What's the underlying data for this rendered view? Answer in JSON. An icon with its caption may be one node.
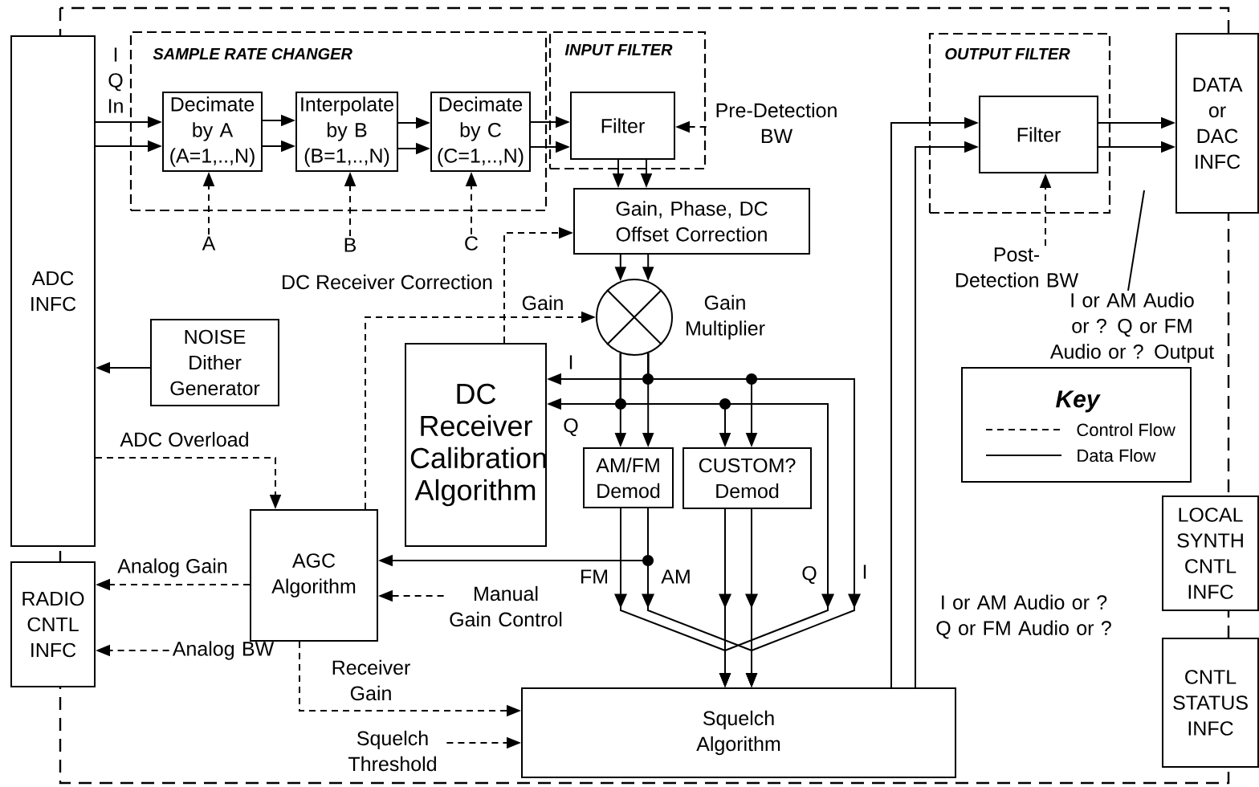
{
  "diagram": {
    "nodes": [
      {
        "text": [
          "ADC INFC"
        ]
      },
      {
        "text": [
          "SAMPLE RATE CHANGER"
        ]
      },
      {
        "text": [
          "Decimate by A (A=1,..,N)"
        ],
        "in": 1
      },
      {
        "text": [
          "Interpolate by B (B=1,..,N)"
        ],
        "in": 1
      },
      {
        "text": [
          "Decimate by C (C=1,..,N)"
        ],
        "in": 1
      },
      {
        "text": [
          "INPUT FILTER"
        ]
      },
      {
        "text": [
          "Filter"
        ],
        "in": 5
      },
      {
        "text": [
          "Gain, Phase, DC Offset Correction"
        ]
      },
      {
        "text": [],
        "shape": "circle",
        "beside": [
          "Gain Multiplier"
        ]
      },
      {
        "text": [
          "DC Receiver Calibration Algorithm"
        ]
      },
      {
        "text": [
          "NOISE Dither Generator"
        ]
      },
      {
        "text": [
          "AGC Algorithm"
        ]
      },
      {
        "text": [
          "RADIO CNTL INFC"
        ]
      },
      {
        "text": [
          "AM/FM Demod"
        ]
      },
      {
        "text": [
          "CUSTOM? Demod"
        ]
      },
      {
        "text": [
          "Squelch Algorithm"
        ]
      },
      {
        "text": [
          "OUTPUT FILTER"
        ]
      },
      {
        "text": [
          "Filter"
        ],
        "in": 16
      },
      {
        "text": [
          "DATA or DAC INFC"
        ]
      },
      {
        "text": [
          "Key"
        ]
      },
      {
        "text": [
          "LOCAL SYNTH CNTL INFC"
        ]
      },
      {
        "text": [
          "CNTL STATUS INFC"
        ]
      },
      {
        "text": [
          "A"
        ]
      },
      {
        "text": [
          "B"
        ]
      },
      {
        "text": [
          "C"
        ]
      },
      {
        "text": [
          "Pre-Detection BW"
        ]
      },
      {
        "text": [
          "Post-Detection BW"
        ]
      },
      {
        "text": [
          "Manual Gain Control"
        ]
      },
      {
        "text": [
          "Analog BW"
        ]
      },
      {
        "text": [
          "Squelch Threshold"
        ]
      },
      {
        "text": [
          "I or AM Audio or ? Q or FM Audio or ? Output"
        ]
      }
    ],
    "edges": [
      {
        "from": 0,
        "to": 2,
        "arrow": "to",
        "label": "I Q In"
      },
      {
        "from": 0,
        "to": 2,
        "arrow": "to"
      },
      {
        "from": 2,
        "to": 3,
        "arrow": "to"
      },
      {
        "from": 2,
        "to": 3,
        "arrow": "to"
      },
      {
        "from": 3,
        "to": 4,
        "arrow": "to"
      },
      {
        "from": 3,
        "to": 4,
        "arrow": "to"
      },
      {
        "from": 4,
        "to": 6,
        "arrow": "to"
      },
      {
        "from": 4,
        "to": 6,
        "arrow": "to"
      },
      {
        "from": 22,
        "to": 2,
        "arrow": "to",
        "style": "dashed"
      },
      {
        "from": 23,
        "to": 3,
        "arrow": "to",
        "style": "dashed"
      },
      {
        "from": 24,
        "to": 4,
        "arrow": "to",
        "style": "dashed"
      },
      {
        "from": 25,
        "to": 6,
        "arrow": "to",
        "style": "dashed"
      },
      {
        "from": 6,
        "to": 7,
        "arrow": "to"
      },
      {
        "from": 6,
        "to": 7,
        "arrow": "to"
      },
      {
        "from": 9,
        "to": 7,
        "arrow": "to",
        "style": "dashed",
        "label": "DC Receiver Correction"
      },
      {
        "from": 7,
        "to": 8,
        "arrow": "to"
      },
      {
        "from": 7,
        "to": 8,
        "arrow": "to"
      },
      {
        "from": 8,
        "to": 13,
        "arrow": "to"
      },
      {
        "from": 8,
        "to": 13,
        "arrow": "to"
      },
      {
        "from": 8,
        "to": 9,
        "arrow": "to",
        "label": "I"
      },
      {
        "from": 8,
        "to": 9,
        "arrow": "to",
        "label": "Q"
      },
      {
        "from": 8,
        "to": 14,
        "arrow": "to"
      },
      {
        "from": 8,
        "to": 14,
        "arrow": "to"
      },
      {
        "from": 8,
        "to": 15,
        "arrow": "to",
        "label": "Q"
      },
      {
        "from": 8,
        "to": 15,
        "arrow": "to",
        "label": "I"
      },
      {
        "from": 13,
        "to": 15,
        "arrow": "to",
        "label": "FM"
      },
      {
        "from": 13,
        "to": 15,
        "arrow": "to",
        "label": "AM"
      },
      {
        "from": 13,
        "to": 11,
        "arrow": "to"
      },
      {
        "from": 14,
        "to": 15,
        "arrow": "to"
      },
      {
        "from": 14,
        "to": 15,
        "arrow": "to"
      },
      {
        "from": 15,
        "to": 17,
        "arrow": "to"
      },
      {
        "from": 15,
        "to": 17,
        "arrow": "to"
      },
      {
        "from": 17,
        "to": 18,
        "arrow": "to"
      },
      {
        "from": 17,
        "to": 18,
        "arrow": "to"
      },
      {
        "from": 26,
        "to": 17,
        "arrow": "to",
        "style": "dashed"
      },
      {
        "from": 10,
        "to": 0,
        "arrow": "to"
      },
      {
        "from": 0,
        "to": 11,
        "arrow": "to",
        "style": "dashed",
        "label": "ADC Overload"
      },
      {
        "from": 11,
        "to": 12,
        "arrow": "to",
        "style": "dashed",
        "label": "Analog Gain"
      },
      {
        "from": 28,
        "to": 12,
        "arrow": "to",
        "style": "dashed"
      },
      {
        "from": 27,
        "to": 11,
        "arrow": "to",
        "style": "dashed"
      },
      {
        "from": 11,
        "to": 15,
        "arrow": "to",
        "style": "dashed",
        "label": "Receiver Gain"
      },
      {
        "from": 29,
        "to": 15,
        "arrow": "to",
        "style": "dashed"
      },
      {
        "from": 11,
        "to": 8,
        "arrow": "to",
        "style": "dashed",
        "label": "Gain"
      },
      {
        "from": 30,
        "to": null,
        "arrow": "none"
      }
    ],
    "labels": [
      "I or AM Audio or ? Q or FM Audio or ?"
    ],
    "legend": [
      {
        "text": "Control Flow"
      },
      {
        "text": "Data Flow"
      }
    ]
  }
}
